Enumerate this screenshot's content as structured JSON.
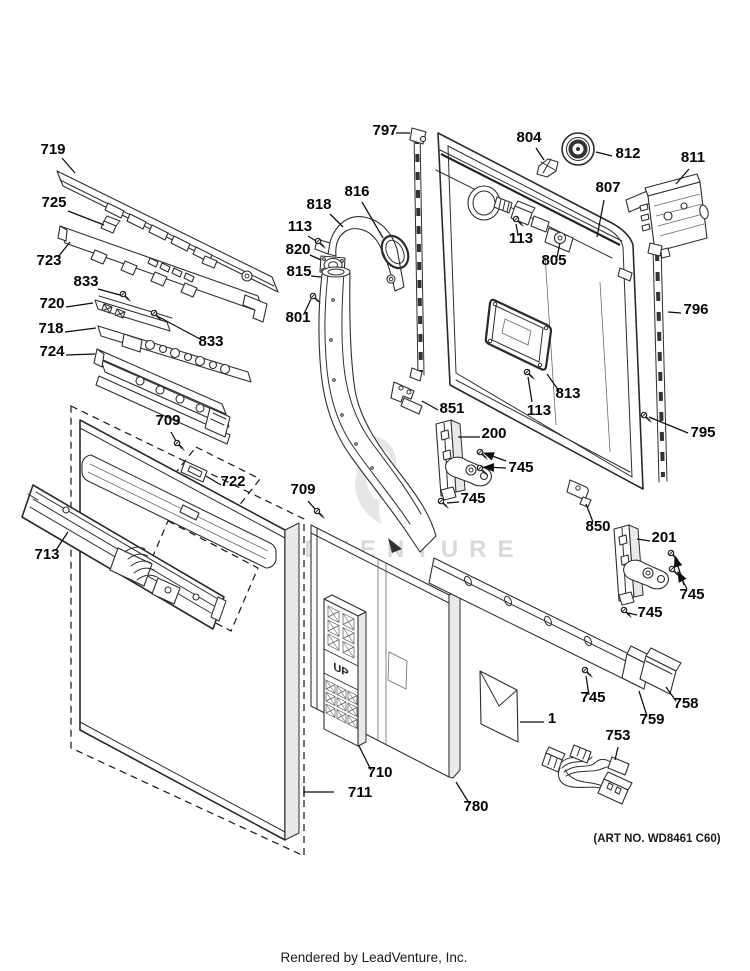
{
  "diagram": {
    "watermark": "LEADVENTURE",
    "art_no": "(ART NO. WD8461 C60)",
    "footer": "Rendered by LeadVenture, Inc.",
    "up_label": "UP",
    "callouts": [
      {
        "part": "719"
      },
      {
        "part": "725"
      },
      {
        "part": "723"
      },
      {
        "part": "833"
      },
      {
        "part": "720"
      },
      {
        "part": "718"
      },
      {
        "part": "724"
      },
      {
        "part": "833"
      },
      {
        "part": "709"
      },
      {
        "part": "722"
      },
      {
        "part": "713"
      },
      {
        "part": "711"
      },
      {
        "part": "710"
      },
      {
        "part": "780"
      },
      {
        "part": "709"
      },
      {
        "part": "797"
      },
      {
        "part": "818"
      },
      {
        "part": "816"
      },
      {
        "part": "113"
      },
      {
        "part": "820"
      },
      {
        "part": "815"
      },
      {
        "part": "801"
      },
      {
        "part": "851"
      },
      {
        "part": "200"
      },
      {
        "part": "745"
      },
      {
        "part": "745"
      },
      {
        "part": "850"
      },
      {
        "part": "795"
      },
      {
        "part": "804"
      },
      {
        "part": "812"
      },
      {
        "part": "811"
      },
      {
        "part": "807"
      },
      {
        "part": "113"
      },
      {
        "part": "805"
      },
      {
        "part": "796"
      },
      {
        "part": "813"
      },
      {
        "part": "113"
      },
      {
        "part": "201"
      },
      {
        "part": "745"
      },
      {
        "part": "745"
      },
      {
        "part": "745"
      },
      {
        "part": "758"
      },
      {
        "part": "759"
      },
      {
        "part": "1"
      },
      {
        "part": "753"
      }
    ]
  }
}
